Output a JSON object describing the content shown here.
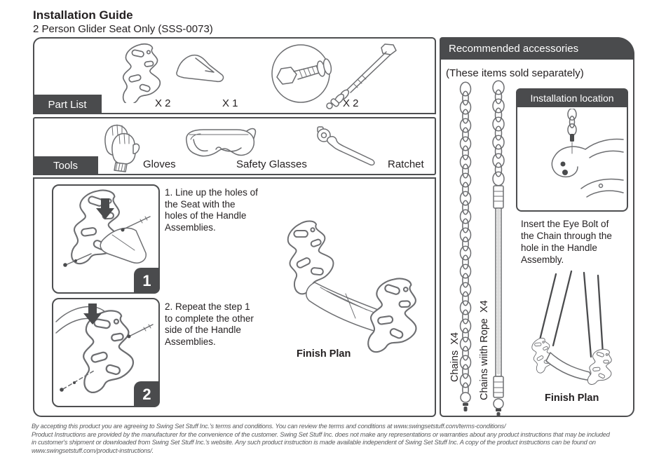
{
  "page": {
    "title": "Installation Guide",
    "subtitle": "2 Person Glider Seat Only (SSS-0073)"
  },
  "part_list": {
    "label": "Part List",
    "items": [
      {
        "icon": "handle-bracket-illustration",
        "qty": "X 2"
      },
      {
        "icon": "armrest-illustration",
        "qty": "X 1"
      },
      {
        "icon": "bolt-set-illustration",
        "qty": "X 2"
      }
    ]
  },
  "tools": {
    "label": "Tools",
    "items": [
      {
        "icon": "gloves-illustration",
        "label": "Gloves"
      },
      {
        "icon": "safety-glasses-illustration",
        "label": "Safety Glasses"
      },
      {
        "icon": "ratchet-illustration",
        "label": "Ratchet"
      }
    ]
  },
  "steps": [
    {
      "number": "1",
      "text": "1. Line up the holes of\nthe Seat with the\nholes of the Handle\nAssemblies."
    },
    {
      "number": "2",
      "text": "2. Repeat the step 1\nto complete the other\nside of the Handle\nAssemblies."
    }
  ],
  "finish_plan_center": {
    "label": "Finish Plan"
  },
  "accessories": {
    "header": "Recommended accessories",
    "note": "(These items sold separately)",
    "chains_label": "Chains  X4",
    "chains_rope_label": "Chains wiith Rope  X4",
    "installation_location": {
      "header": "Installation location",
      "caption": "Insert the Eye Bolt of\nthe Chain through the\nhole in the Handle\nAssembly."
    },
    "finish_plan": {
      "label": "Finish Plan"
    }
  },
  "footer": {
    "lines": [
      "By accepting this product you are agreeing to Swing Set Stuff Inc.'s terms and conditions. You can review the terms and conditions at www.swingsetstuff.com/terms-conditions/",
      "Product Instructions are provided by the manufacturer for the convenience of the customer. Swing Set Stuff Inc. does not make any representations or warranties about any product instructions that may be included",
      "in customer's shipment or downloaded from Swing Set Stuff Inc.'s website. Any such product instruction is made available independent of Swing Set Stuff Inc.  A copy of the product instructions can be found on",
      "www.swingsetstuff.com/product-instructions/."
    ]
  },
  "colors": {
    "dark_gray": "#4a4b4d",
    "line_art": "#6d6e71",
    "text": "#231f20",
    "footer_text": "#58595b",
    "background": "#ffffff"
  }
}
